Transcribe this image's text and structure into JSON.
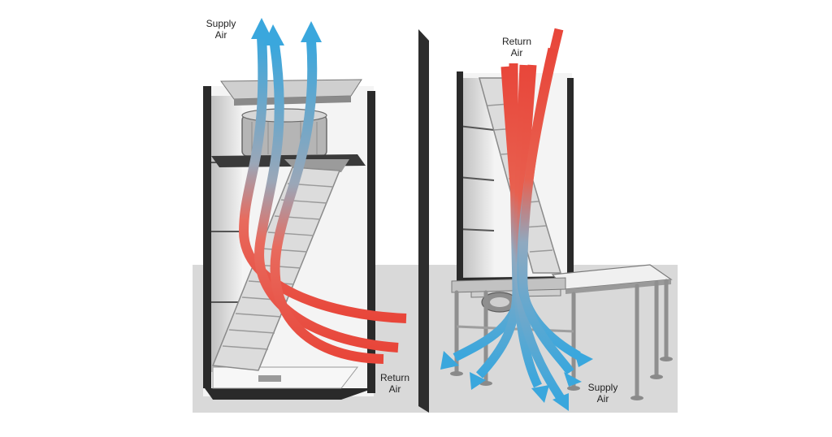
{
  "labels": {
    "left_supply": {
      "line1": "Supply",
      "line2": "Air"
    },
    "left_return": {
      "line1": "Return",
      "line2": "Air"
    },
    "right_return": {
      "line1": "Return",
      "line2": "Air"
    },
    "right_supply": {
      "line1": "Supply",
      "line2": "Air"
    }
  },
  "colors": {
    "supply_air": "#3aa7dd",
    "return_air": "#e8463a",
    "floor": "#d9d9d9",
    "cabinet_frame": "#2a2a2a",
    "panel": "#e6e6e6"
  },
  "icons": [
    "airflow-arrow-supply",
    "airflow-arrow-return",
    "fan-unit",
    "cooling-coil",
    "raised-floor-tile"
  ]
}
